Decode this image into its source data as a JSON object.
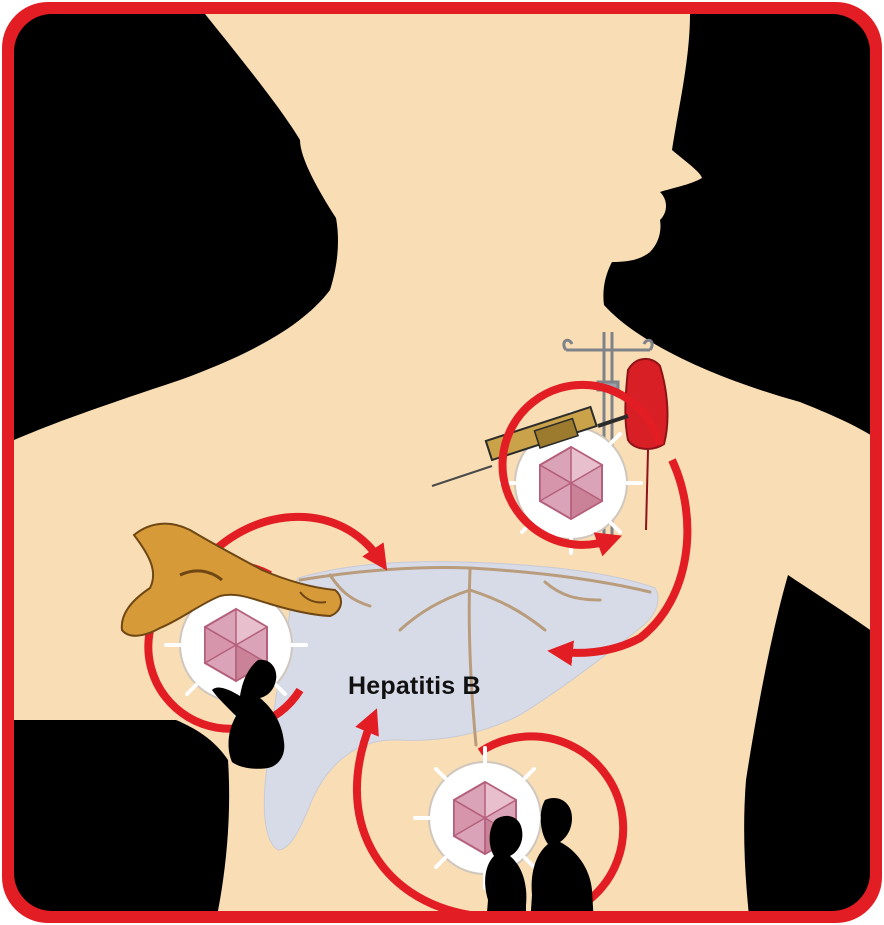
{
  "diagram": {
    "label": "Hepatitis B",
    "colors": {
      "frame": "#e21d23",
      "background": "#000000",
      "skin": "#f8ddb5",
      "liver": "#d7dbe8",
      "vessels": "#b99c7c",
      "arrow": "#e21d23",
      "virus_halo": "#ffffff",
      "virus": "#d9a0b6",
      "blood_bag": "#d81f26",
      "arm": "#d69a38",
      "silhouette": "#000000"
    },
    "icons": [
      "body-silhouette",
      "liver",
      "virus-icon",
      "syringe-icon",
      "iv-drip-icon",
      "blood-bag-icon",
      "tourniquet-arm-icon",
      "person-silhouette-icon",
      "couple-silhouette-icon"
    ]
  }
}
